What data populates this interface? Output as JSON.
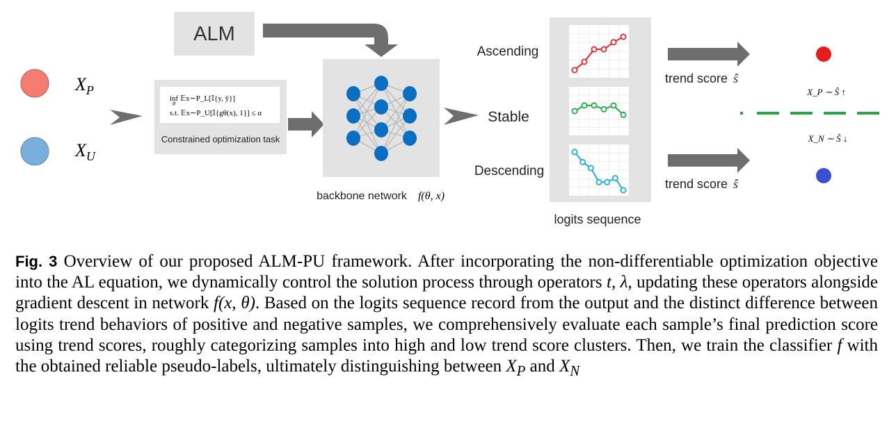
{
  "diagram": {
    "alm_label": "ALM",
    "xp_symbol": "X",
    "xp_sub": "P",
    "xu_symbol": "X",
    "xu_sub": "U",
    "formula_line1": "inf 𝔼x∼P_L[𝕀{y, ŷ}]",
    "formula_inf_sub": "θ",
    "formula_line2": "s.t.   𝔼x∼P_U[𝕀{gθ(x), 1}] ≤ α",
    "opt_task_label": "Constrained optimization task",
    "backbone_label": "backbone network",
    "backbone_func": "f(θ, x)",
    "trend_ascending": "Ascending",
    "trend_stable": "Stable",
    "trend_descending": "Descending",
    "logits_label": "logits sequence",
    "trend_score_top": "trend score",
    "trend_score_bottom": "trend score",
    "score_symbol": "ŝ",
    "xp_rule": "X_P ∼ Ŝ ↑",
    "xn_rule": "X_N ∼ Ŝ ↓",
    "colors": {
      "positive": "#f47c70",
      "unlabeled": "#7aaedb",
      "ascending": "#e5232a",
      "stable": "#21a84b",
      "descending": "#19b0d8",
      "positive_out": "#e61b1b",
      "negative_out": "#3c4fd1",
      "dashed": "#20a844",
      "node": "#0a6fc2"
    },
    "ascending_series": [
      0.05,
      0.25,
      0.55,
      0.55,
      0.72,
      0.85
    ],
    "stable_series": [
      0.5,
      0.65,
      0.65,
      0.55,
      0.65,
      0.4
    ],
    "descending_series": [
      0.95,
      0.7,
      0.55,
      0.2,
      0.2,
      0.3,
      0.0
    ]
  },
  "caption": {
    "fig_label": "Fig. 3",
    "part1": "Overview of our proposed ALM-PU framework. After incorporating the non-differentiable optimization objective into the AL equation, we dynamically control the solution process through operators ",
    "ops": "t, λ",
    "part2": ", updating these operators alongside gradient descent in network ",
    "network": "f(x, θ)",
    "part3": ". Based on the logits sequence record from the output and the distinct difference between logits trend behaviors of positive and negative samples, we comprehensively evaluate each sample’s final prediction score using trend scores, roughly categorizing samples into high and low trend score clusters. Then, we train the classifier ",
    "clf": "f",
    "part4": " with the obtained reliable pseudo-labels, ultimately distinguishing between ",
    "xp": "X",
    "xp_sub": "P",
    "and": " and ",
    "xn": "X",
    "xn_sub": "N"
  }
}
